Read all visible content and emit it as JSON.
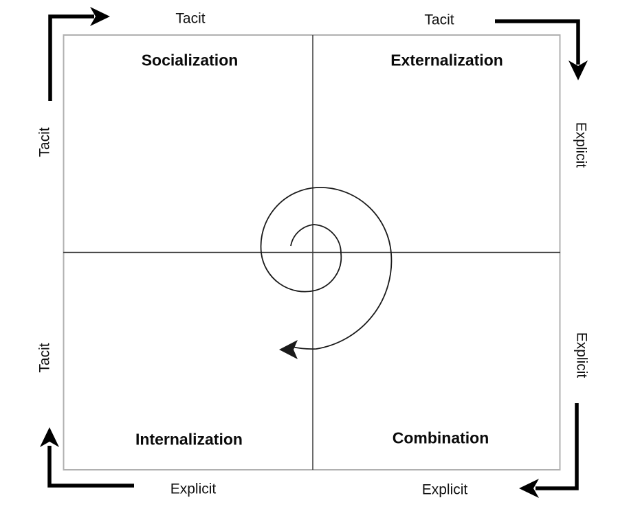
{
  "quadrants": {
    "socialization": "Socialization",
    "externalization": "Externalization",
    "internalization": "Internalization",
    "combination": "Combination"
  },
  "axis_labels": {
    "top_left": "Tacit",
    "top_right": "Tacit",
    "left_upper": "Tacit",
    "left_lower": "Tacit",
    "right_upper": "Explicit",
    "right_lower": "Explicit",
    "bottom_left": "Explicit",
    "bottom_right": "Explicit"
  },
  "icons": {
    "center": "spiral-arrow",
    "top_left": "arrow-right",
    "top_right": "arrow-down",
    "bottom_left": "arrow-up",
    "bottom_right": "arrow-left"
  },
  "colors": {
    "background": "#ffffff",
    "box_border": "#b0b0b0",
    "axis_line": "#3a3a3a",
    "spiral": "#1a1a1a",
    "arrow": "#000000",
    "text": "#111111"
  }
}
